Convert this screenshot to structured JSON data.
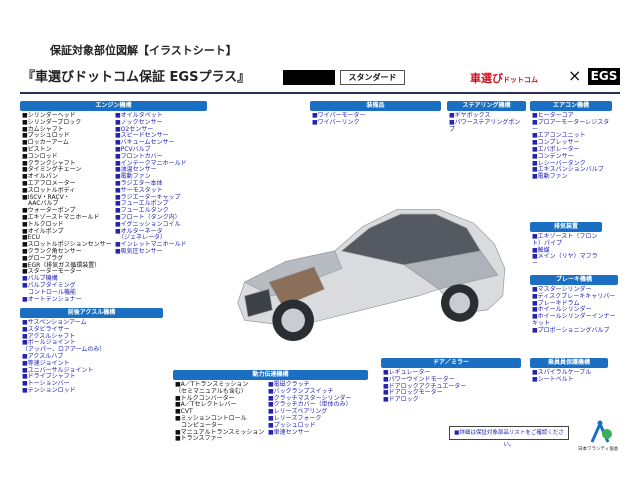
{
  "header": {
    "title_line1": "保証対象部位図解【イラストシート】",
    "title_line2": "『車選びドットコム保証 EGSプラス』",
    "plan_label": "スタンダード",
    "logo_brand": "車選び",
    "logo_brand_sub": "ドットコム",
    "logo_cross": "×",
    "logo_egs": "EGS"
  },
  "colors": {
    "header_blue": "#1b6fc2",
    "item_black": "#111111",
    "item_blue": "#2323b0",
    "brand_red": "#d0101b"
  },
  "sections": {
    "engine": {
      "title": "エンジン機構",
      "col1": [
        {
          "t": "シリンダーヘッド",
          "c": "k"
        },
        {
          "t": "シリンダーブロック",
          "c": "k"
        },
        {
          "t": "カムシャフト",
          "c": "k"
        },
        {
          "t": "プッシュロッド",
          "c": "k"
        },
        {
          "t": "ロッカーアーム",
          "c": "k"
        },
        {
          "t": "ピストン",
          "c": "k"
        },
        {
          "t": "コンロッド",
          "c": "k"
        },
        {
          "t": "クランクシャフト",
          "c": "k"
        },
        {
          "t": "タイミングチェーン",
          "c": "k"
        },
        {
          "t": "オイルパン",
          "c": "k"
        },
        {
          "t": "エアフロメーター",
          "c": "k"
        },
        {
          "t": "スロットルボディ",
          "c": "k"
        },
        {
          "t": "ISCV・RACV・\n　AACバルブ",
          "c": "k"
        },
        {
          "t": "ウォーターポンプ",
          "c": "k"
        },
        {
          "t": "エキゾーストマニホールド",
          "c": "k"
        },
        {
          "t": "トルクロッド",
          "c": "k"
        },
        {
          "t": "オイルポンプ",
          "c": "k"
        },
        {
          "t": "ECU",
          "c": "k"
        },
        {
          "t": "スロットルポジションセンサー",
          "c": "k"
        },
        {
          "t": "クランク角センサー",
          "c": "k"
        },
        {
          "t": "グロープラグ",
          "c": "k"
        },
        {
          "t": "EGR（排気ガス循環装置）",
          "c": "k"
        },
        {
          "t": "スターターモーター",
          "c": "k"
        },
        {
          "t": "バルブ機構",
          "c": "b"
        },
        {
          "t": "バルブタイミング\n　コントロール機能",
          "c": "b"
        },
        {
          "t": "オートテンショナー",
          "c": "b"
        }
      ],
      "col2": [
        {
          "t": "オイルタペット",
          "c": "b"
        },
        {
          "t": "ノックセンサー",
          "c": "b"
        },
        {
          "t": "O2センサー",
          "c": "b"
        },
        {
          "t": "スピードセンサー",
          "c": "b"
        },
        {
          "t": "バキュームセンサー",
          "c": "b"
        },
        {
          "t": "PCVバルブ",
          "c": "b"
        },
        {
          "t": "フロントカバー",
          "c": "b"
        },
        {
          "t": "インテークマニホールド",
          "c": "b"
        },
        {
          "t": "油温センサー",
          "c": "b"
        },
        {
          "t": "電動ファン",
          "c": "b"
        },
        {
          "t": "ラジエター本体",
          "c": "b"
        },
        {
          "t": "サーモスタット",
          "c": "b"
        },
        {
          "t": "ラジエーターキャップ",
          "c": "b"
        },
        {
          "t": "フューエルポンプ",
          "c": "b"
        },
        {
          "t": "フューエルタンク",
          "c": "b"
        },
        {
          "t": "フロート（タンク内）",
          "c": "b"
        },
        {
          "t": "イグニッションコイル",
          "c": "b"
        },
        {
          "t": "オルターネータ\n　（ジェネレータ）",
          "c": "b"
        },
        {
          "t": "インレットマニホールド",
          "c": "b"
        },
        {
          "t": "吸気圧センサー",
          "c": "b"
        }
      ]
    },
    "front_axle": {
      "title": "前後アクスル機構",
      "col1": [
        {
          "t": "サスペンションアーム",
          "c": "b"
        },
        {
          "t": "スタビライザー",
          "c": "b"
        },
        {
          "t": "アクスルシャフト",
          "c": "b"
        },
        {
          "t": "ボールジョイント\n（アッパー、ロアアームのみ）",
          "c": "b"
        },
        {
          "t": "アクスルハブ",
          "c": "b"
        },
        {
          "t": "等速ジョイント",
          "c": "b"
        },
        {
          "t": "ユニバーサルジョイント",
          "c": "b"
        },
        {
          "t": "ドライブシャフト",
          "c": "b"
        },
        {
          "t": "トーションバー",
          "c": "b"
        },
        {
          "t": "テンションロッド",
          "c": "b"
        }
      ]
    },
    "drivetrain": {
      "title": "動力伝達機構",
      "col1": [
        {
          "t": "A／Tトランスミッション\n（セミマニュアルも含む）",
          "c": "k"
        },
        {
          "t": "トルクコンバーター",
          "c": "k"
        },
        {
          "t": "A／Tセレクトレバー",
          "c": "k"
        },
        {
          "t": "CVT",
          "c": "k"
        },
        {
          "t": "ミッションコントロール\n　コンピューター",
          "c": "k"
        },
        {
          "t": "マニュアルトランスミッション",
          "c": "k"
        },
        {
          "t": "トランスファー",
          "c": "k"
        }
      ],
      "col2": [
        {
          "t": "電磁クラッチ",
          "c": "b"
        },
        {
          "t": "バックランプスイッチ",
          "c": "b"
        },
        {
          "t": "クラッチマスターシリンダー",
          "c": "b"
        },
        {
          "t": "クラッチカバー（単体のみ）",
          "c": "b"
        },
        {
          "t": "レリーズベアリング",
          "c": "b"
        },
        {
          "t": "レリーズフォーク",
          "c": "b"
        },
        {
          "t": "プッシュロッド",
          "c": "b"
        },
        {
          "t": "車速センサー",
          "c": "b"
        }
      ]
    },
    "equipment": {
      "title": "装備品",
      "col1": [
        {
          "t": "ワイパーモーター",
          "c": "b"
        },
        {
          "t": "ワイパーリンク",
          "c": "b"
        }
      ]
    },
    "steering": {
      "title": "ステアリング機構",
      "col1": [
        {
          "t": "ギヤボックス",
          "c": "b"
        },
        {
          "t": "パワーステアリングポンプ",
          "c": "b"
        }
      ]
    },
    "aircon": {
      "title": "エアコン機構",
      "col1": [
        {
          "t": "ヒーターコア",
          "c": "b"
        },
        {
          "t": "ブロアーモーターレジスター",
          "c": "b"
        },
        {
          "t": "エアコンユニット",
          "c": "b"
        },
        {
          "t": "コンプレッサー",
          "c": "b"
        },
        {
          "t": "エバポレーター",
          "c": "b"
        },
        {
          "t": "コンデンサー",
          "c": "b"
        },
        {
          "t": "レシーバータンク",
          "c": "b"
        },
        {
          "t": "エキスパンションバルブ",
          "c": "b"
        },
        {
          "t": "電動ファン",
          "c": "b"
        }
      ]
    },
    "exhaust": {
      "title": "排気装置",
      "col1": [
        {
          "t": "エキゾースト（フロント）パイプ",
          "c": "b"
        },
        {
          "t": "触媒",
          "c": "b"
        },
        {
          "t": "メイン（リヤ）マフラー",
          "c": "b"
        }
      ]
    },
    "brake": {
      "title": "ブレーキ機構",
      "col1": [
        {
          "t": "マスターシリンダー",
          "c": "b"
        },
        {
          "t": "ディスクブレーキキャリパー",
          "c": "b"
        },
        {
          "t": "ブレーキドラム",
          "c": "b"
        },
        {
          "t": "ホイールシリンダー",
          "c": "b"
        },
        {
          "t": "ホイールシリンダーインナーキット",
          "c": "b"
        },
        {
          "t": "プロポーショニングバルブ",
          "c": "b"
        }
      ]
    },
    "door": {
      "title": "ドア／ミラー",
      "col1": [
        {
          "t": "レギュレーター",
          "c": "b"
        },
        {
          "t": "パワーウインドモーター",
          "c": "b"
        },
        {
          "t": "ドアロックアクチュエーター",
          "c": "b"
        },
        {
          "t": "ドアロックモーター",
          "c": "b"
        },
        {
          "t": "ドアロック",
          "c": "b"
        }
      ]
    },
    "safety": {
      "title": "乗員員保護機構",
      "col1": [
        {
          "t": "スパイラルケーブル",
          "c": "b"
        },
        {
          "t": "シートベルト",
          "c": "b"
        }
      ]
    }
  },
  "footer": {
    "note": "■詳細は保証対象部品リストをご確認ください。",
    "org_name": "日本ワランティ協会"
  }
}
